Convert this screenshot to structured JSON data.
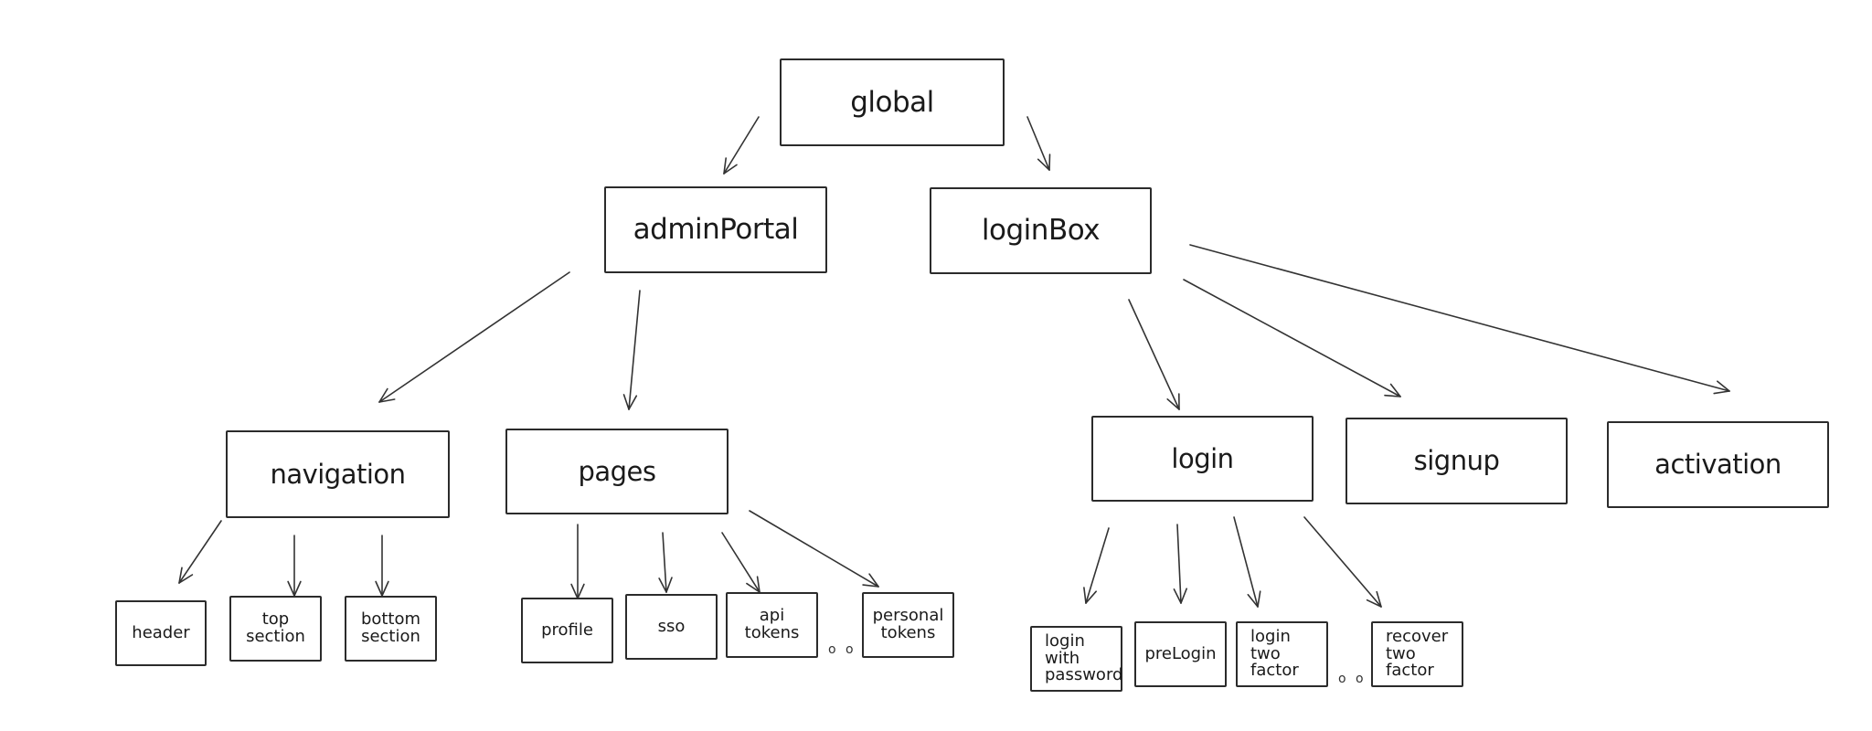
{
  "diagram": {
    "nodes": {
      "global": "global",
      "adminPortal": "adminPortal",
      "loginBox": "loginBox",
      "navigation": "navigation",
      "pages": "pages",
      "login": "login",
      "signup": "signup",
      "activation": "activation",
      "header": "header",
      "topSection": "top\nsection",
      "bottomSection": "bottom\nsection",
      "profile": "profile",
      "sso": "sso",
      "apiTokens": "api\ntokens",
      "personalTokens": "personal\ntokens",
      "loginWithPassword": "login\nwith\npassword",
      "preLogin": "preLogin",
      "loginTwoFactor": "login\ntwo\nfactor",
      "recoverTwoFactor": "recover\ntwo\nfactor"
    },
    "ellipsis": {
      "pages": "o o",
      "login": "o o"
    },
    "edges": [
      [
        "global",
        "adminPortal"
      ],
      [
        "global",
        "loginBox"
      ],
      [
        "adminPortal",
        "navigation"
      ],
      [
        "adminPortal",
        "pages"
      ],
      [
        "loginBox",
        "login"
      ],
      [
        "loginBox",
        "signup"
      ],
      [
        "loginBox",
        "activation"
      ],
      [
        "navigation",
        "header"
      ],
      [
        "navigation",
        "topSection"
      ],
      [
        "navigation",
        "bottomSection"
      ],
      [
        "pages",
        "profile"
      ],
      [
        "pages",
        "sso"
      ],
      [
        "pages",
        "apiTokens"
      ],
      [
        "pages",
        "personalTokens"
      ],
      [
        "login",
        "loginWithPassword"
      ],
      [
        "login",
        "preLogin"
      ],
      [
        "login",
        "loginTwoFactor"
      ],
      [
        "login",
        "recoverTwoFactor"
      ]
    ]
  }
}
